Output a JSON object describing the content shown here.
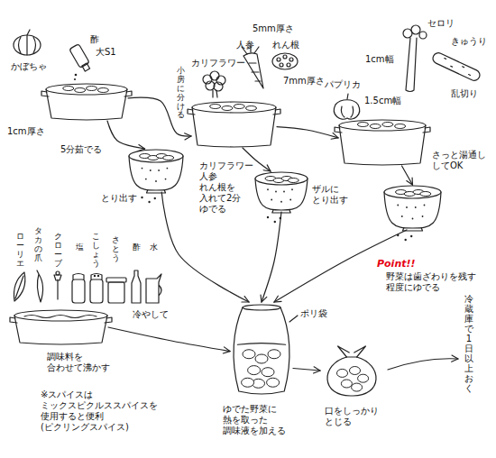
{
  "diagram": {
    "nodes": [
      {
        "text": [
          "かぼちゃ",
          "酢",
          "大S1",
          "1cm厚さ"
        ]
      },
      {
        "text": [
          "とり出す"
        ]
      },
      {
        "text": [
          "カリフラワー",
          "小房に分ける",
          "人参",
          "5mm厚さ",
          "れん根",
          "7mm厚さ"
        ]
      },
      {
        "text": [
          "ザルに とり出す"
        ]
      },
      {
        "text": [
          "パプリカ",
          "1.5cm幅",
          "セロリ",
          "1cm幅",
          "きゅうり",
          "乱切り"
        ]
      },
      {
        "text": [
          "Point!!",
          "野菜は歯ざわりを残す 程度にゆでる"
        ]
      },
      {
        "text": [
          "ローリエ",
          "タカの爪",
          "クローブ",
          "塩",
          "こしょう",
          "さとう",
          "酢",
          "水",
          "調味料を 合わせて沸かす"
        ]
      },
      {
        "text": [
          "ポリ袋",
          "ゆでた野菜に 熱を取った 調味液を加える"
        ]
      },
      {
        "text": [
          "口をしっかり とじる"
        ]
      }
    ],
    "edges": [
      {
        "from": 0,
        "to": 1,
        "arrow": "to",
        "label": "5分茹でる"
      },
      {
        "from": 0,
        "to": 2,
        "arrow": "to"
      },
      {
        "from": 2,
        "to": 3,
        "arrow": "to",
        "label": "カリフラワー 人参 れん根を 入れて2分 ゆでる"
      },
      {
        "from": 2,
        "to": 4,
        "arrow": "to"
      },
      {
        "from": 4,
        "to": 5,
        "arrow": "to",
        "label": "さっと湯通し してOK"
      },
      {
        "from": 1,
        "to": 7,
        "arrow": "to"
      },
      {
        "from": 3,
        "to": 7,
        "arrow": "to"
      },
      {
        "from": 5,
        "to": 7,
        "arrow": "to"
      },
      {
        "from": 6,
        "to": 7,
        "arrow": "to",
        "label": "冷やして"
      },
      {
        "from": 7,
        "to": 8,
        "arrow": "to"
      }
    ],
    "labels": [
      "冷蔵庫で1日以上おく",
      "※スパイスは ミックスピクルススパイスを 使用すると便利 (ピクリングスパイス)"
    ]
  }
}
